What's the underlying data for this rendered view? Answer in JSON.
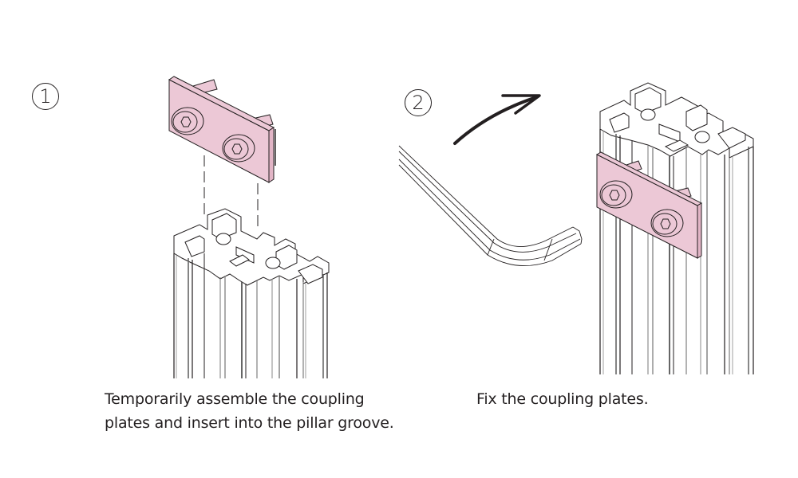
{
  "steps": [
    {
      "number": "1",
      "caption_line1": "Temporarily assemble the coupling",
      "caption_line2": "plates and insert into the pillar groove."
    },
    {
      "number": "2",
      "caption_line1": "Fix the coupling plates."
    }
  ],
  "colors": {
    "plate_fill": "#ecc8d6",
    "line": "#231f20",
    "profile_fill": "#ffffff"
  }
}
